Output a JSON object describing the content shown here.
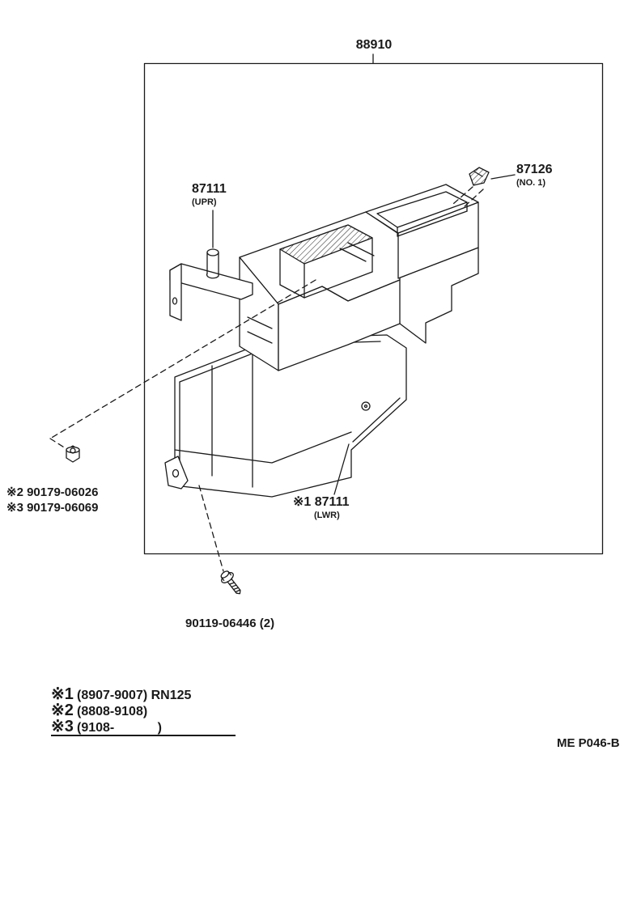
{
  "callouts": {
    "frame": "88910",
    "upper": {
      "number": "87111",
      "sub": "(UPR)"
    },
    "no1": {
      "number": "87126",
      "sub": "(NO. 1)"
    },
    "fastener_a": "※2 90179-06026",
    "fastener_b": "※3 90179-06069",
    "lower": {
      "number": "※1 87111",
      "sub": "(LWR)"
    },
    "screw": "90119-06446 (2)"
  },
  "legend": {
    "rows": [
      {
        "ref": "※1",
        "text": "(8907-9007) RN125"
      },
      {
        "ref": "※2",
        "text": "(8808-9108)"
      },
      {
        "ref": "※3",
        "text": "(9108-            )"
      }
    ]
  },
  "footer": {
    "code": "ME P046-B"
  }
}
